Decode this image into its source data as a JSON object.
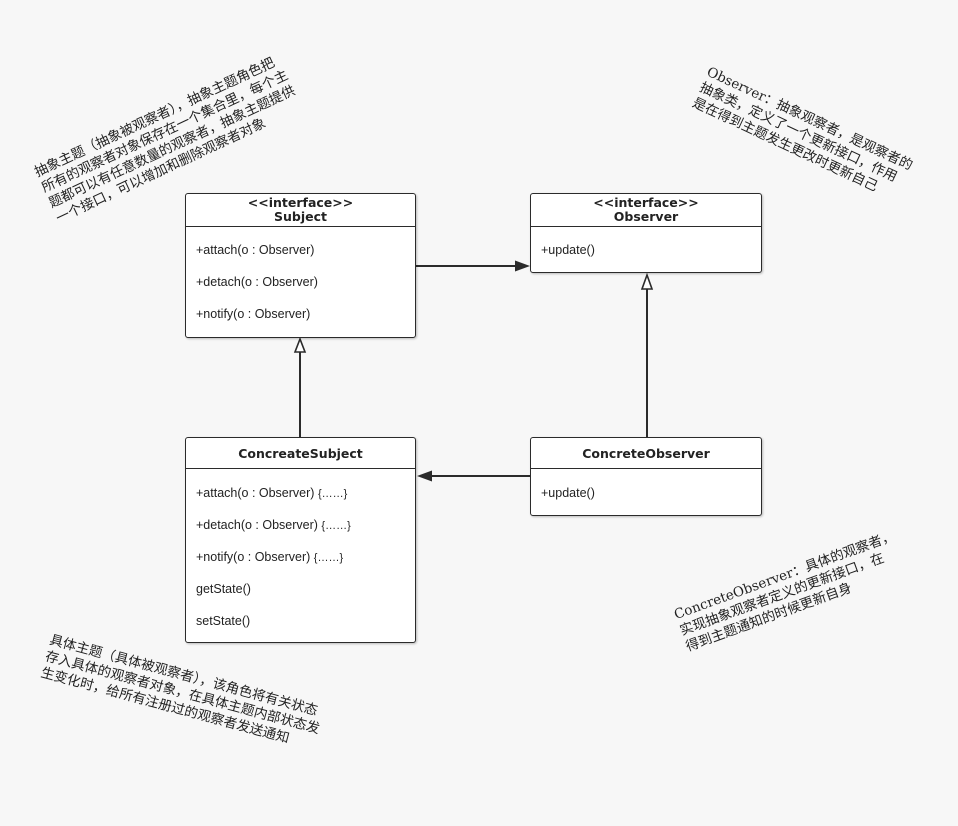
{
  "classes": {
    "subject": {
      "stereotype": "<<interface>>",
      "name": "Subject",
      "ops": [
        "+attach(o : Observer)",
        "+detach(o : Observer)",
        "+notify(o : Observer)"
      ]
    },
    "observer": {
      "stereotype": "<<interface>>",
      "name": "Observer",
      "ops": [
        "+update()"
      ]
    },
    "concrete_subject": {
      "name": "ConcreateSubject",
      "ops": [
        "+attach(o : Observer)",
        "+detach(o : Observer)",
        "+notify(o : Observer)",
        "getState()",
        "setState()"
      ],
      "impl": "{……}"
    },
    "concrete_observer": {
      "name": "ConcreteObserver",
      "ops": [
        "+update()"
      ]
    }
  },
  "notes": {
    "subject": [
      "抽象主题（抽象被观察者），抽象主题角色把",
      "所有的观察者对象保存在一个集合里，每个主",
      "题都可以有任意数量的观察者，抽象主题提供",
      "一个接口，可以增加和删除观察者对象"
    ],
    "observer": [
      "Observer：抽象观察者，是观察者的",
      "抽象类，定义了一个更新接口，作用",
      "是在得到主题发生更改时更新自己"
    ],
    "concrete_subject": [
      "具体主题（具体被观察者），该角色将有关状态",
      "存入具体的观察者对象，在具体主题内部状态发",
      "生变化时，给所有注册过的观察者发送通知"
    ],
    "concrete_observer": [
      "ConcreteObserver：具体的观察者，",
      "实现抽象观察者定义的更新接口，在",
      "得到主题通知的时候更新自身"
    ]
  }
}
